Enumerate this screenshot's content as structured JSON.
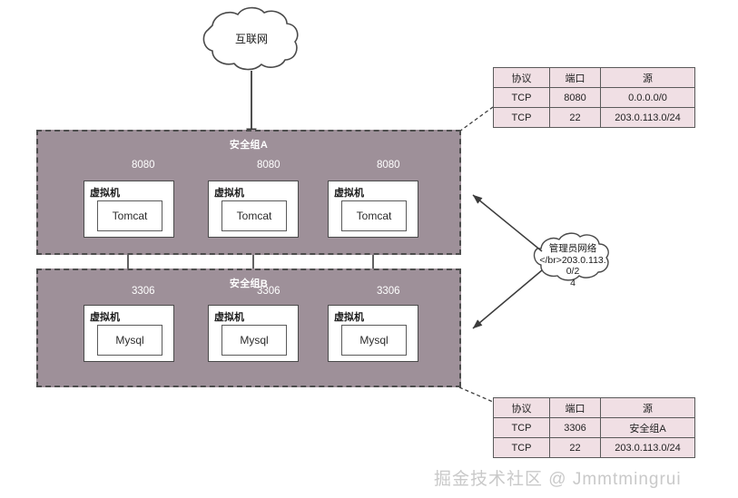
{
  "diagram": {
    "title_watermark": "掘金技术社区 @ Jmmtmingrui",
    "internet_cloud": {
      "label": "互联网"
    },
    "admin_cloud": {
      "line1": "管理员网络",
      "line2": "</br>203.0.113.0/2",
      "line3": "4"
    },
    "groups": [
      {
        "id": "group-a",
        "label": "安全组A",
        "port": "8080",
        "nodes": [
          {
            "vm_label": "虚拟机",
            "app": "Tomcat"
          },
          {
            "vm_label": "虚拟机",
            "app": "Tomcat"
          },
          {
            "vm_label": "虚拟机",
            "app": "Tomcat"
          }
        ]
      },
      {
        "id": "group-b",
        "label": "安全组B",
        "port": "3306",
        "nodes": [
          {
            "vm_label": "虚拟机",
            "app": "Mysql"
          },
          {
            "vm_label": "虚拟机",
            "app": "Mysql"
          },
          {
            "vm_label": "虚拟机",
            "app": "Mysql"
          }
        ]
      }
    ],
    "tables": [
      {
        "id": "rules-group-a",
        "headers": [
          "协议",
          "端口",
          "源"
        ],
        "rows": [
          [
            "TCP",
            "8080",
            "0.0.0.0/0"
          ],
          [
            "TCP",
            "22",
            "203.0.113.0/24"
          ]
        ]
      },
      {
        "id": "rules-group-b",
        "headers": [
          "协议",
          "端口",
          "源"
        ],
        "rows": [
          [
            "TCP",
            "3306",
            "安全组A"
          ],
          [
            "TCP",
            "22",
            "203.0.113.0/24"
          ]
        ]
      }
    ],
    "colors": {
      "group_fill": "#9e9099",
      "group_border": "#4d4d4d",
      "table_fill": "#f0dfe4",
      "table_border": "#5a5a5a",
      "line": "#3c3c3c",
      "watermark": "#c9c9c9"
    }
  }
}
